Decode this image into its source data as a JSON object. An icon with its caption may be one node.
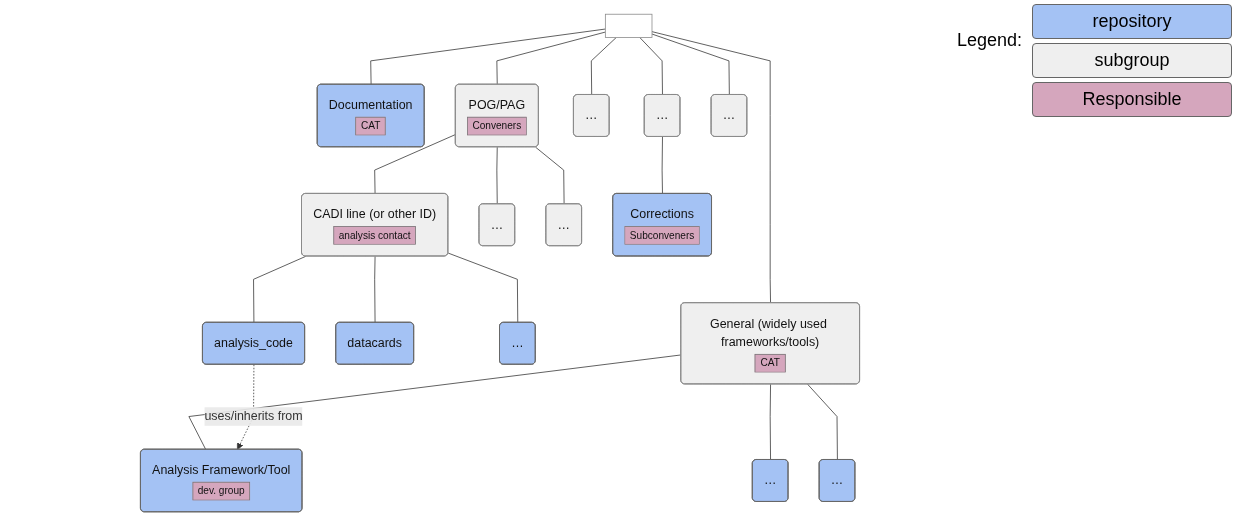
{
  "diagram": {
    "nodes": [
      {
        "text": [],
        "shape": "box"
      },
      {
        "text": [
          "Documentation",
          "CAT"
        ]
      },
      {
        "text": [
          "General (widely used frameworks/tools)",
          "CAT"
        ]
      },
      {
        "text": [
          "POG/PAG",
          "Conveners"
        ]
      },
      {
        "text": [
          "…"
        ]
      },
      {
        "text": [
          "…"
        ]
      },
      {
        "text": [
          "…"
        ]
      },
      {
        "text": [
          "Corrections",
          "Subconveners"
        ]
      },
      {
        "text": [
          "Analysis Framework/Tool",
          "dev. group"
        ]
      },
      {
        "text": [
          "…"
        ]
      },
      {
        "text": [
          "…"
        ]
      },
      {
        "text": [
          "CADI line (or other ID)",
          "analysis contact"
        ]
      },
      {
        "text": [
          "…"
        ]
      },
      {
        "text": [
          "…"
        ]
      },
      {
        "text": [
          "analysis_code"
        ]
      },
      {
        "text": [
          "datacards"
        ]
      },
      {
        "text": [
          "…"
        ]
      }
    ],
    "edges": [
      {
        "from": 0,
        "to": 1,
        "arrow": "none"
      },
      {
        "from": 0,
        "to": 2,
        "arrow": "none"
      },
      {
        "from": 0,
        "to": 3,
        "arrow": "none"
      },
      {
        "from": 0,
        "to": 4,
        "arrow": "none"
      },
      {
        "from": 0,
        "to": 5,
        "arrow": "none"
      },
      {
        "from": 0,
        "to": 6,
        "arrow": "none"
      },
      {
        "from": 5,
        "to": 7,
        "arrow": "none"
      },
      {
        "from": 2,
        "to": 8,
        "arrow": "none"
      },
      {
        "from": 2,
        "to": 9,
        "arrow": "none"
      },
      {
        "from": 2,
        "to": 10,
        "arrow": "none"
      },
      {
        "from": 3,
        "to": 11,
        "arrow": "none"
      },
      {
        "from": 3,
        "to": 12,
        "arrow": "none"
      },
      {
        "from": 3,
        "to": 13,
        "arrow": "none"
      },
      {
        "from": 11,
        "to": 14,
        "arrow": "none"
      },
      {
        "from": 11,
        "to": 15,
        "arrow": "none"
      },
      {
        "from": 11,
        "to": 16,
        "arrow": "none"
      },
      {
        "from": 14,
        "to": 8,
        "arrow": "to",
        "label": "uses/inherits from",
        "style": "dashed"
      }
    ],
    "labels": [
      "Legend:"
    ],
    "legend": [
      {
        "text": "repository",
        "color": "#a4c2f4"
      },
      {
        "text": "subgroup",
        "color": "#efefef"
      },
      {
        "text": "Responsible",
        "color": "#d5a6bd"
      }
    ]
  }
}
